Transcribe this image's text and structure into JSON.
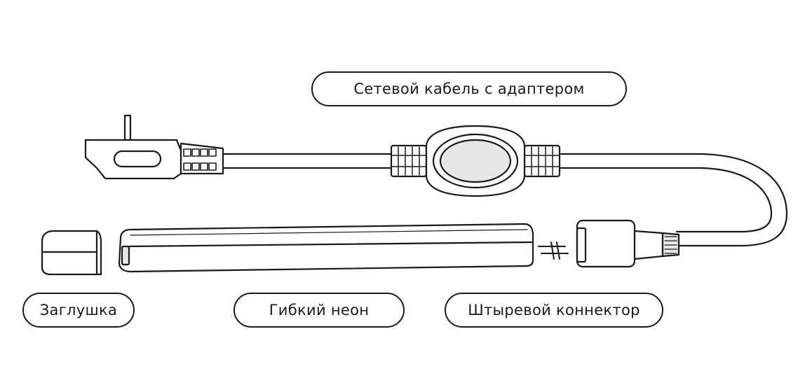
{
  "labels": {
    "power_cable": "Сетевой кабель с адаптером",
    "end_cap": "Заглушка",
    "flexible_neon": "Гибкий неон",
    "pin_connector": "Штыревой коннектор"
  },
  "colors": {
    "line": "#1a1a1a",
    "fill": "#ffffff",
    "accent_fill": "#e6e6e6"
  }
}
